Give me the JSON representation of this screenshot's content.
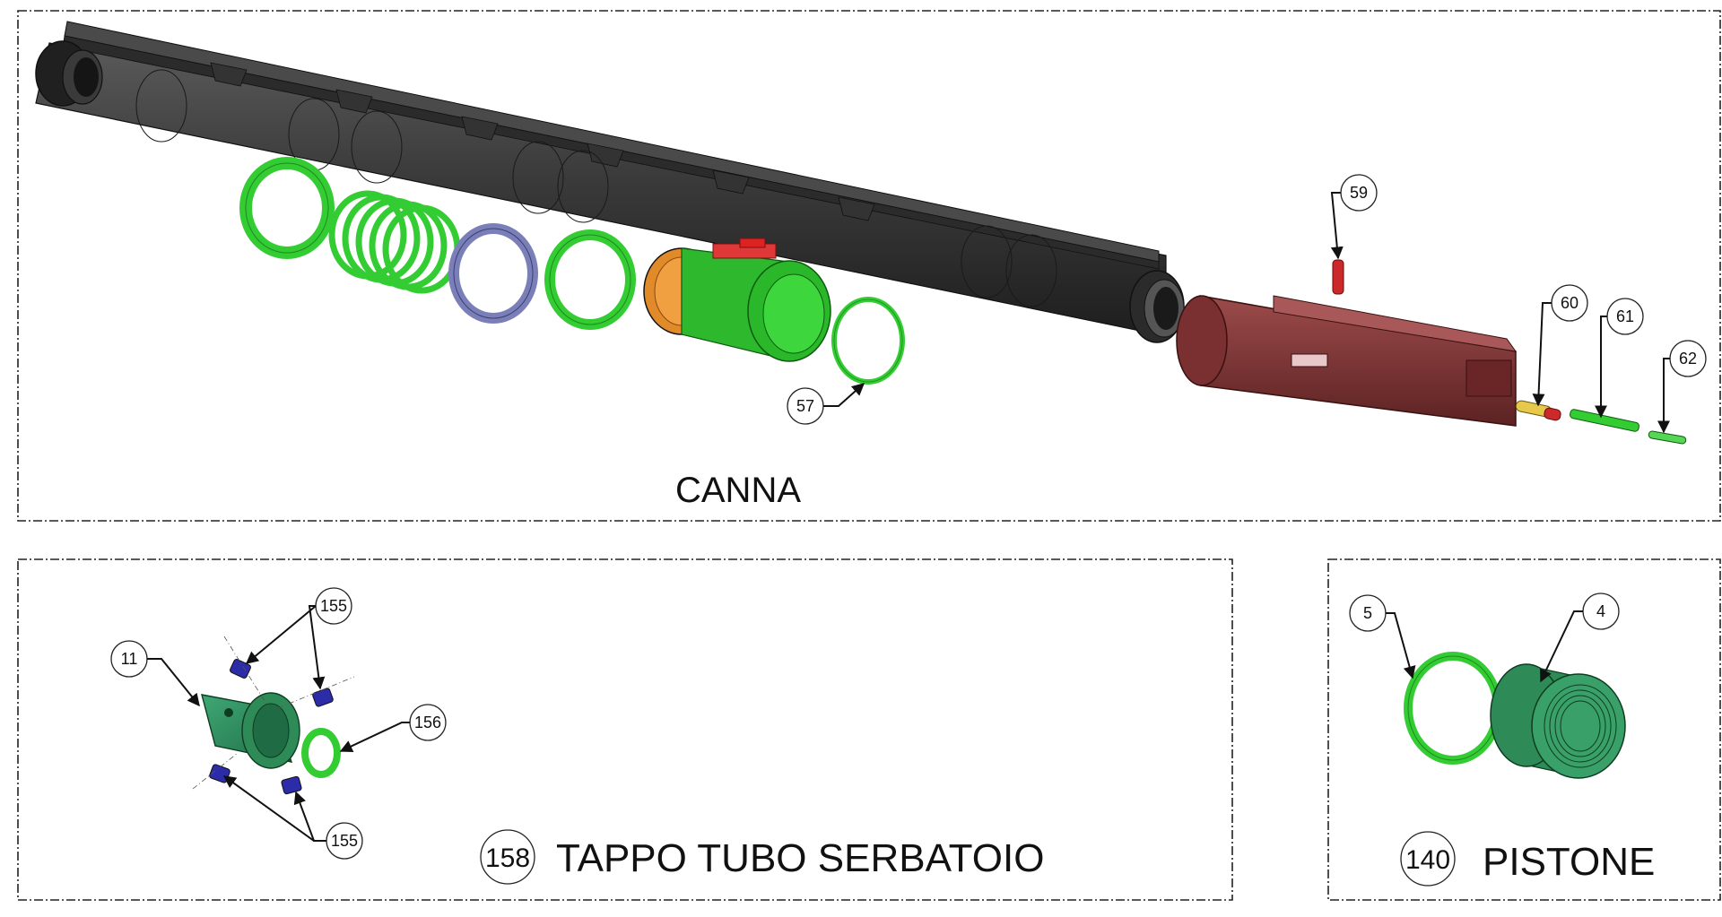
{
  "panels": {
    "canna": {
      "title": "CANNA"
    },
    "tappo": {
      "number": "158",
      "title": "TAPPO TUBO SERBATOIO"
    },
    "pistone": {
      "number": "140",
      "title": "PISTONE"
    }
  },
  "callouts": {
    "c57": "57",
    "c59": "59",
    "c60": "60",
    "c61": "61",
    "c62": "62",
    "c155a": "155",
    "c155b": "155",
    "c11": "11",
    "c156": "156",
    "c5": "5",
    "c4": "4"
  },
  "colors": {
    "barrel": "#3a3a3a",
    "green_parts": "#33cc33",
    "dark_green_parts": "#2e8b57",
    "blue_ring": "#7b7fb8",
    "orange_part": "#e08a2a",
    "receiver": "#7a3030",
    "red_pin": "#cc2a2a",
    "screw_blue": "#2c2ca8"
  }
}
